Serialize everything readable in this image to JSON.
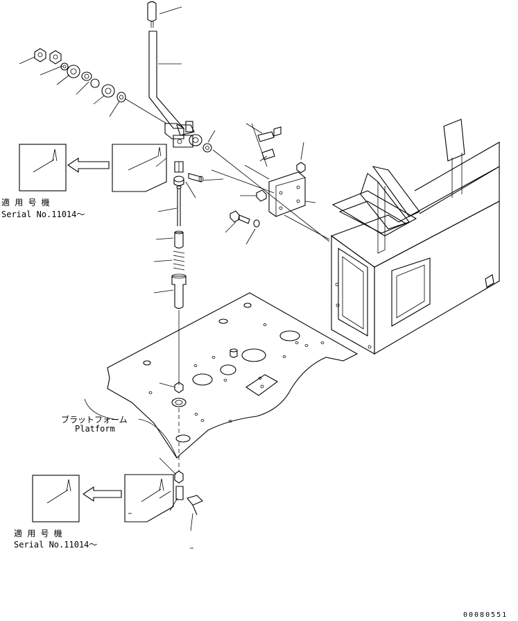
{
  "labels": {
    "applicable_jp_1": "適 用 号 機",
    "serial_1": "Serial No.11014～",
    "applicable_jp_2": "適 用 号 機",
    "serial_2": "Serial No.11014～",
    "platform_jp": "ブラットフォーム",
    "platform_en": "Platform",
    "drawing_number": "00080551"
  }
}
